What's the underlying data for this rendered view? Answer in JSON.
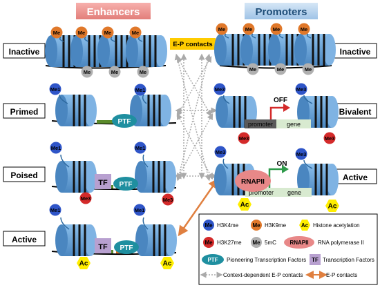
{
  "headers": {
    "enhancers": "Enhancers",
    "promoters": "Promoters"
  },
  "ep_contacts_box": "E-P contacts",
  "enhancer_states": [
    {
      "key": "inactive",
      "label": "Inactive"
    },
    {
      "key": "primed",
      "label": "Primed"
    },
    {
      "key": "poised",
      "label": "Poised"
    },
    {
      "key": "active",
      "label": "Active"
    }
  ],
  "promoter_states": [
    {
      "key": "inactive",
      "label": "Inactive"
    },
    {
      "key": "bivalent",
      "label": "Bivalent"
    },
    {
      "key": "active",
      "label": "Active"
    }
  ],
  "marks": {
    "me": "Me",
    "me1": "Me1",
    "me3": "Me3",
    "ac": "Ac",
    "ptf": "PTF",
    "tf": "TF",
    "rnapii": "RNAPII",
    "promoter": "promoter",
    "gene": "gene",
    "off": "OFF",
    "on": "ON"
  },
  "legend": {
    "h3k4me": {
      "symbol": "Me",
      "text": "H3K4me"
    },
    "h3k9me": {
      "symbol": "Me",
      "text": "H3K9me"
    },
    "acetyl": {
      "symbol": "Ac",
      "text": "Histone acetylation"
    },
    "h3k27me": {
      "symbol": "Me",
      "text": "H3K27me"
    },
    "mc5": {
      "symbol": "Me",
      "text": "5mC"
    },
    "rnapii": {
      "symbol": "RNAPII",
      "text": "RNA polymerase II"
    },
    "ptf": {
      "symbol": "PTF",
      "text": "Pioneering Transcription Factors"
    },
    "tf": {
      "symbol": "TF",
      "text": "Transcription Factors"
    },
    "context": {
      "text": "Context-dependent E-P contacts"
    },
    "ep": {
      "text": "E-P contacts"
    }
  },
  "colors": {
    "nucleosome": "#5b9bd5",
    "nucleosome_dark": "#2e6aa0",
    "h3k4me": "#2f55c8",
    "h3k9me": "#e0782a",
    "h3k27me": "#d42a2a",
    "mc5": "#b0b0b0",
    "acetyl": "#ffee00",
    "ptf": "#1f8fa0",
    "tf": "#b8a0d0",
    "rnapii": "#e88888",
    "gene_bg": "#d8ead0",
    "promoter_bg": "#5a5a5a",
    "off_arrow": "#d42a2a",
    "on_arrow": "#2e9a4a",
    "ep_box": "#ffcc00",
    "ep_arrow": "#e08040",
    "context_arrow": "#b0b0b0",
    "enhancer_green": "#5a8a2a",
    "enhancer_orange": "#e07020"
  }
}
